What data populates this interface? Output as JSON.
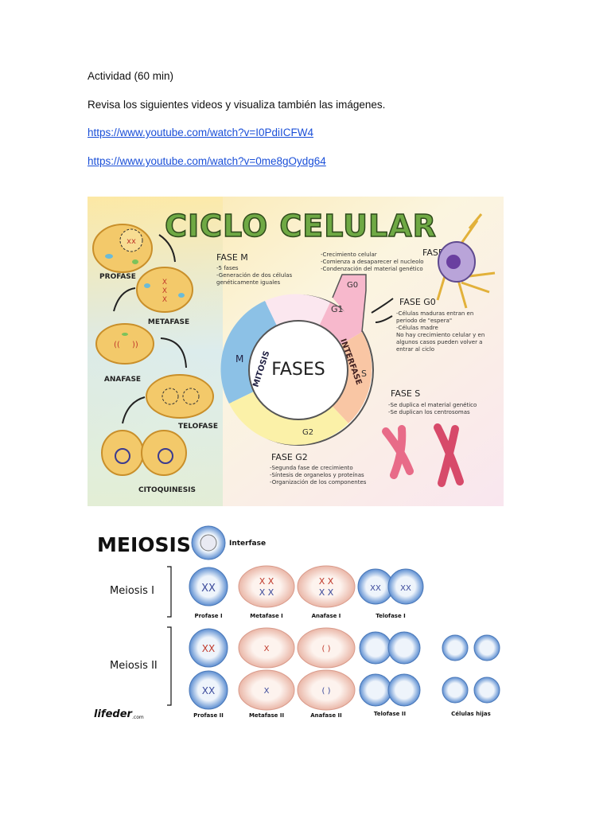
{
  "doc": {
    "activity_title": "Actividad (60 min)",
    "instruction": "Revisa los siguientes videos y visualiza también las imágenes.",
    "links": [
      "https://www.youtube.com/watch?v=I0PdiICFW4",
      "https://www.youtube.com/watch?v=0me8gOydg64"
    ]
  },
  "ciclo": {
    "title": "CICLO CELULAR",
    "center": "FASES",
    "ring": {
      "mitosis": "MITOSIS",
      "interfase": "INTERFASE",
      "m": "M",
      "g1": "G1",
      "g0": "G0",
      "s": "S",
      "g2": "G2"
    },
    "stages": [
      "PROFASE",
      "METAFASE",
      "ANAFASE",
      "TELOFASE",
      "CITOQUINESIS"
    ],
    "fase_m": {
      "title": "FASE M",
      "lines": [
        "-5 fases",
        "-Generación de dos células",
        "genéticamente iguales"
      ]
    },
    "fase_g1": {
      "title": "FASE G1",
      "lines": [
        "-Crecimiento celular",
        "-Comienza a desaparecer el nucleolo",
        "-Condenzación del material genético"
      ]
    },
    "fase_g0": {
      "title": "FASE G0",
      "lines": [
        "-Células maduras entran en",
        "periodo de \"espera\"",
        "-Células madre",
        "No hay crecimiento celular y en",
        "algunos casos pueden volver a",
        "entrar al ciclo"
      ]
    },
    "fase_s": {
      "title": "FASE S",
      "lines": [
        "-Se duplica el material genético",
        "-Se duplican los centrosomas"
      ]
    },
    "fase_g2": {
      "title": "FASE G2",
      "lines": [
        "-Segunda fase de crecimiento",
        "-Síntesis de organelos y proteínas",
        "-Organización de los componentes"
      ]
    },
    "colors": {
      "bg": "#fbf3d4",
      "mitosis": "#8cc1e6",
      "g1": "#f7b8cc",
      "s": "#f9c6a4",
      "g2": "#fbf1a8",
      "title_green": "#6fa944",
      "cell": "#f3c96a"
    }
  },
  "meiosis": {
    "title": "MEIOSIS",
    "interfase": "Interfase",
    "meiosis1": "Meiosis I",
    "meiosis2": "Meiosis II",
    "labels1": [
      "Profase I",
      "Metafase I",
      "Anafase I",
      "Telofase I"
    ],
    "labels2": [
      "Profase II",
      "Metafase II",
      "Anafase II",
      "Telofase II",
      "Células hijas"
    ],
    "logo": "lifeder",
    "logo_suffix": ".com"
  }
}
